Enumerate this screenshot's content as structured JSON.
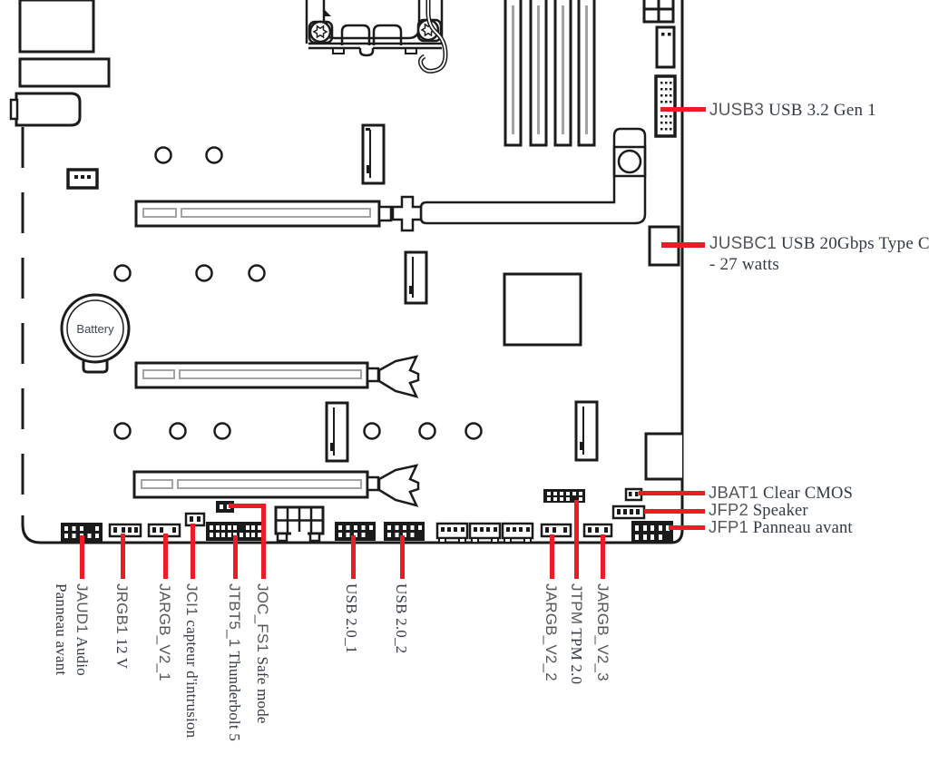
{
  "diagram": {
    "board_text": {
      "battery": "Battery"
    },
    "right_labels": [
      {
        "name": "JUSB3",
        "desc": "USB 3.2 Gen 1"
      },
      {
        "name": "JUSBC1",
        "desc": "USB 20Gbps Type C - 27 watts"
      },
      {
        "name": "JBAT1",
        "desc": "Clear CMOS"
      },
      {
        "name": "JFP2",
        "desc": "Speaker"
      },
      {
        "name": "JFP1",
        "desc": "Panneau avant"
      }
    ],
    "bottom_labels": [
      {
        "name": "JAUD1",
        "desc": "Audio Panneau avant"
      },
      {
        "name": "JRGB1",
        "desc": "12 V"
      },
      {
        "name": "JARGB_V2_1",
        "desc": ""
      },
      {
        "name": "JCI1",
        "desc": "capteur d'intrusion"
      },
      {
        "name": "JTBT5_1",
        "desc": "Thunderbolt 5"
      },
      {
        "name": "JOC_FS1",
        "desc": "Safe mode"
      },
      {
        "name": "USB 2.0_1",
        "desc": ""
      },
      {
        "name": "USB 2.0_2",
        "desc": ""
      },
      {
        "name": "JARGB_V2_2",
        "desc": ""
      },
      {
        "name": "JTPM",
        "desc": "TPM 2.0"
      },
      {
        "name": "JARGB_V2_3",
        "desc": ""
      }
    ],
    "colors": {
      "callout_red": "#ec1c24",
      "line_black": "#1b1b1b",
      "slot_gray": "#a3a3a3",
      "name_text": "#55575b",
      "desc_text": "#333a43"
    }
  }
}
